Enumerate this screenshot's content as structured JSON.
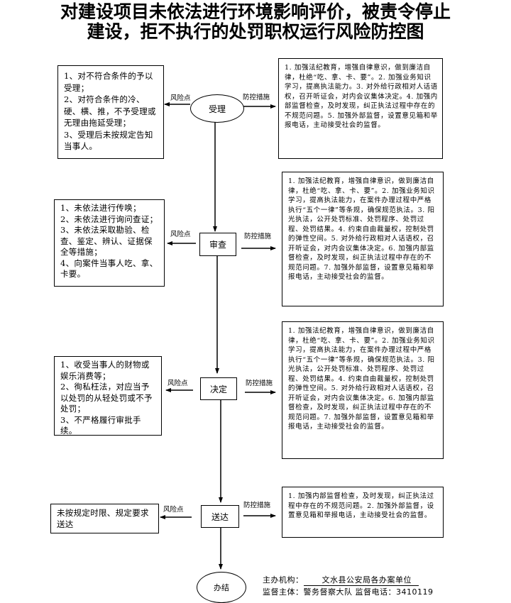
{
  "title": {
    "line1": "对建设项目未依法进行环境影响评价，被责令停止",
    "line2": "建设，拒不执行的处罚职权运行风险防控图"
  },
  "labels": {
    "risk_point": "风险点",
    "control_measures": "防控措施"
  },
  "steps": [
    {
      "name": "受理",
      "shape": "oval",
      "risks": "1、对不符合条件的予以受理；\n2、对符合条件的冷、硬、横、推，不予受理或无理由拖延受理；\n3、受理后未按规定告知当事人。",
      "measures": "1. 加强法纪教育，增强自律意识，做到廉洁自律，杜绝“吃、拿、卡、要”。2. 加强业务知识学习，提高执法能力。3. 对外给行政相对人话语权，召开听证会，对内会议集体决定。4. 加强内部监督检查，及时发现，纠正执法过程中存在的不规范问题。5. 加强外部监督，设置意见箱和举报电话，主动接受社会的监督。"
    },
    {
      "name": "审查",
      "shape": "rect",
      "risks": "1、未依法进行传唤；\n2、未依法进行询问查证；\n3、未依法采取勘验、检查、鉴定、辨认、证据保全等措施；\n4、向案件当事人吃、拿、卡要。",
      "measures": "1. 加强法纪教育，增强自律意识，做到廉洁自律，杜绝“吃、拿、卡、要”。2. 加强业务知识学习，提高执法能力，在案件办理过程中严格执行“五个一律”等条规，确保规范执法。3. 阳光执法，公开处罚标准、处罚程序、处罚过程、处罚结果。4. 约束自由裁量权，控制处罚的弹性空间。5. 对外给行政相对人话语权，召开听证会，对内会议集体决定。6. 加强内部监督检查，及时发现，纠正执法过程中存在的不规范问题。7. 加强外部监督，设置意见箱和举报电话，主动接受社会的监督。"
    },
    {
      "name": "决定",
      "shape": "rect",
      "risks": "1、收受当事人的财物或娱乐消费等；\n2、徇私枉法，对应当予以处罚的从轻处罚或不予处罚；\n3、不严格履行审批手续。",
      "measures": "1. 加强法纪教育，增强自律意识，做到廉洁自律，杜绝“吃、拿、卡、要”。2. 加强业务知识学习，提高执法能力，在案件办理过程中严格执行“五个一律”等条规，确保规范执法。3. 阳光执法，公开处罚标准、处罚程序、处罚过程、处罚结果。4. 约束自由裁量权，控制处罚的弹性空间。5. 对外给行政相对人话语权，召开听证会，对内会议集体决定。6. 加强内部监督检查，及时发现，纠正执法过程中存在的不规范问题。7. 加强外部监督，设置意见箱和举报电话，主动接受社会的监督。"
    },
    {
      "name": "送达",
      "shape": "rect",
      "risks": "未按规定时限、规定要求送达",
      "measures": "1. 加强内部监督检查，及时发现，纠正执法过程中存在的不规范问题。2. 加强外部监督，设置意见箱和举报电话，主动接受社会的监督。"
    }
  ],
  "end_step": "办结",
  "footer": {
    "organizer_label": "主办机构：",
    "organizer_value": "文水县公安局各办案单位",
    "supervisor_label": "监督主体：",
    "supervisor_value": "警务督察大队",
    "phone_label": "监督电话：",
    "phone_value": "3410119"
  }
}
